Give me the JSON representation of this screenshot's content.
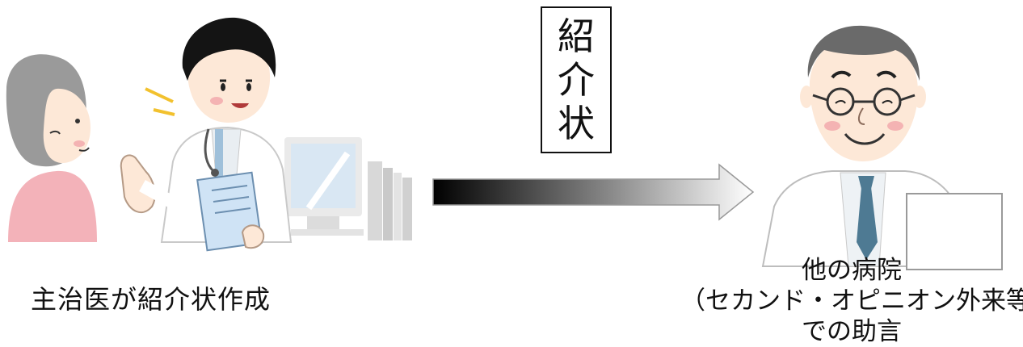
{
  "arrow_label": [
    "紹",
    "介",
    "状"
  ],
  "left_caption": "主治医が紹介状作成",
  "right_caption": {
    "line1": "他の病院",
    "line2": "（セカンド・オピニオン外来等）",
    "line3": "での助言"
  },
  "colors": {
    "hair_patient": "#9a9a9a",
    "patient_shirt": "#f3b2b9",
    "skin": "#fde8d7",
    "doctor_hair": "#141414",
    "coat": "#ffffff",
    "clipboard": "#cfe3f5",
    "monitor": "#d9e7f3",
    "tie": "#4e7a93",
    "arrow_gradient_start": "#000000",
    "arrow_gradient_end": "#ffffff",
    "accent_lines": "#f2c12e"
  },
  "illustrations": {
    "left": [
      "patient",
      "doctor-explaining",
      "monitor",
      "books"
    ],
    "right": [
      "senior-doctor-with-glasses",
      "clipboard"
    ]
  }
}
